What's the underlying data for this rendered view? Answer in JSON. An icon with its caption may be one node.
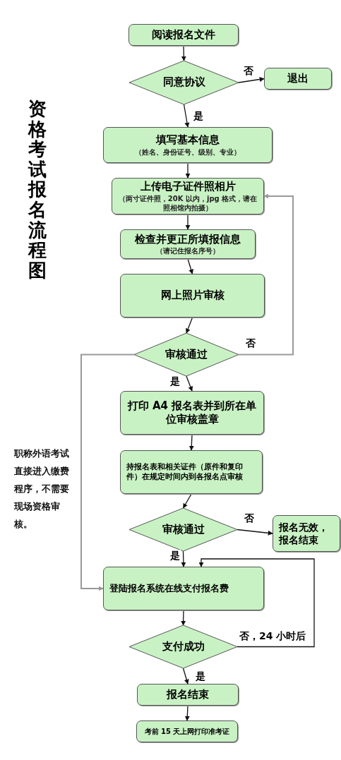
{
  "diagram": {
    "title": "资格考试报名流程图",
    "nodes": [
      {
        "text": [
          "阅读报名文件"
        ]
      },
      {
        "text": [
          "同意协议"
        ]
      },
      {
        "text": [
          "退出"
        ]
      },
      {
        "text": [
          "填写基本信息",
          "（姓名、身份证号、级别、专业）"
        ]
      },
      {
        "text": [
          "上传电子证件照相片",
          "（两寸证件照，20K 以内，jpg 格式，请在照相馆内拍摄）"
        ]
      },
      {
        "text": [
          "检查并更正所填报信息",
          "（请记住报名序号）"
        ]
      },
      {
        "text": [
          "网上照片审核"
        ]
      },
      {
        "text": [
          "审核通过"
        ]
      },
      {
        "text": [
          "打印 A4 报名表并到所在单位审核盖章"
        ]
      },
      {
        "text": [
          "持报名表和相关证件（原件和复印件）在规定时间内到各报名点审核"
        ]
      },
      {
        "text": [
          "审核通过"
        ]
      },
      {
        "text": [
          "报名无效，报名结束"
        ]
      },
      {
        "text": [
          "登陆报名系统在线支付报名费"
        ]
      },
      {
        "text": [
          "支付成功"
        ]
      },
      {
        "text": [
          "报名结束"
        ]
      },
      {
        "text": [
          "考前 15 天上网打印准考证"
        ]
      }
    ],
    "edges": [
      {
        "from": 0,
        "to": 1,
        "arrow": "to"
      },
      {
        "from": 1,
        "to": 2,
        "arrow": "to",
        "label": "否"
      },
      {
        "from": 1,
        "to": 3,
        "arrow": "to",
        "label": "是"
      },
      {
        "from": 3,
        "to": 4,
        "arrow": "to"
      },
      {
        "from": 4,
        "to": 5,
        "arrow": "to"
      },
      {
        "from": 5,
        "to": 6,
        "arrow": "to"
      },
      {
        "from": 6,
        "to": 7,
        "arrow": "to"
      },
      {
        "from": 7,
        "to": 4,
        "arrow": "to",
        "label": "否",
        "color": "#999999"
      },
      {
        "from": 7,
        "to": 8,
        "arrow": "to",
        "label": "是"
      },
      {
        "from": 7,
        "to": 12,
        "arrow": "to",
        "color": "#999999"
      },
      {
        "from": 8,
        "to": 9,
        "arrow": "to"
      },
      {
        "from": 9,
        "to": 10,
        "arrow": "to"
      },
      {
        "from": 10,
        "to": 11,
        "arrow": "to",
        "label": "否"
      },
      {
        "from": 10,
        "to": 12,
        "arrow": "to",
        "label": "是"
      },
      {
        "from": 12,
        "to": 13,
        "arrow": "to"
      },
      {
        "from": 13,
        "to": 12,
        "arrow": "to",
        "label": "否，24 小时后"
      },
      {
        "from": 13,
        "to": 14,
        "arrow": "to",
        "label": "是"
      },
      {
        "from": 14,
        "to": 15,
        "arrow": "to"
      }
    ],
    "labels": [
      "职称外语考试直接进入缴费程序，不需要现场资格审核。"
    ]
  }
}
